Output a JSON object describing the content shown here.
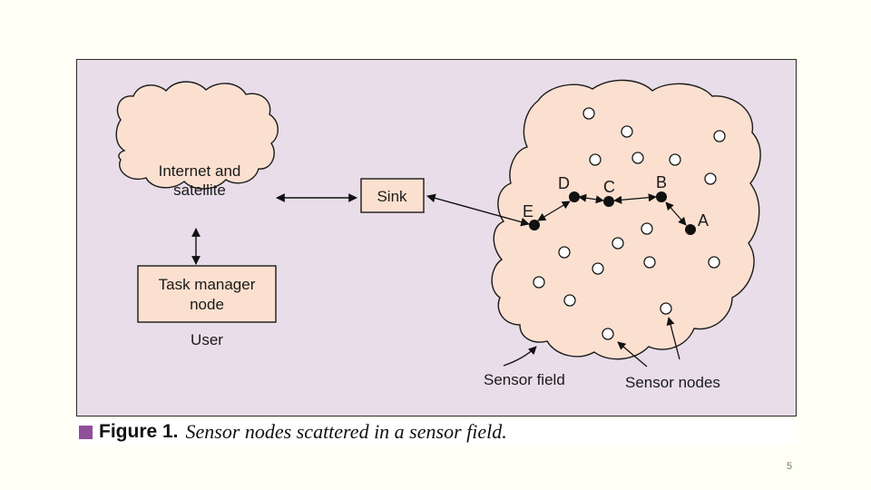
{
  "diagram": {
    "cloud_label": [
      "Internet and",
      "satellite"
    ],
    "task_manager_label": [
      "Task manager",
      "node"
    ],
    "user_label": "User",
    "sink_label": "Sink",
    "route_nodes": [
      {
        "label": "A"
      },
      {
        "label": "B"
      },
      {
        "label": "C"
      },
      {
        "label": "D"
      },
      {
        "label": "E"
      }
    ],
    "sensor_field_label": "Sensor field",
    "sensor_nodes_label": "Sensor nodes"
  },
  "caption": {
    "figure_label": "Figure 1.",
    "text": "Sensor nodes scattered in a sensor field."
  },
  "page_number": "5"
}
